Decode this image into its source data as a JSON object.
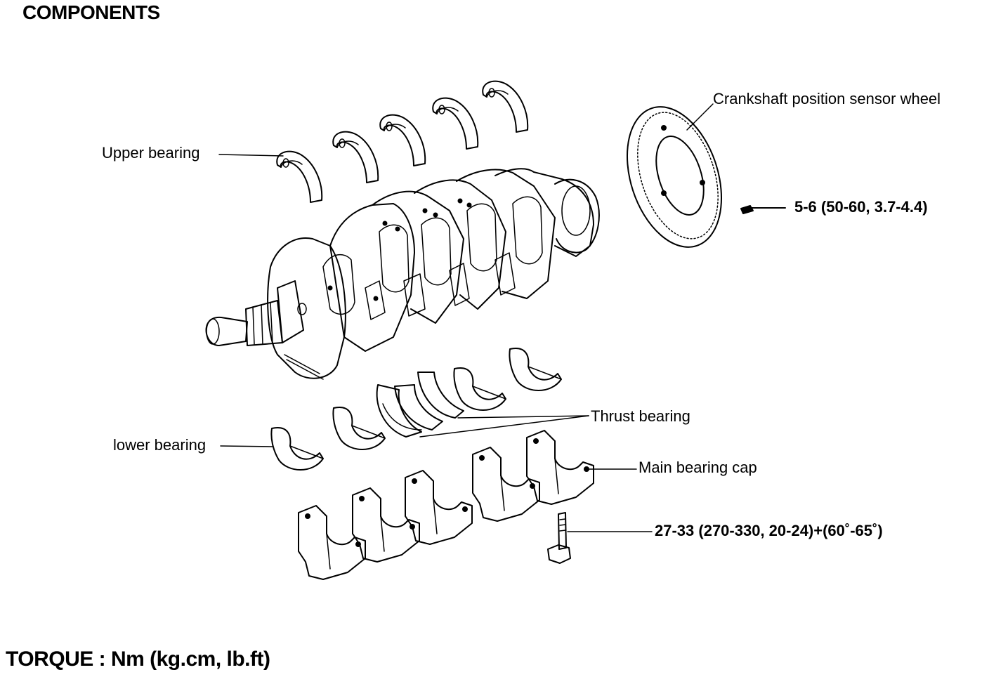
{
  "title": "COMPONENTS",
  "footer": "TORQUE : Nm (kg.cm, lb.ft)",
  "labels": {
    "upper_bearing": "Upper bearing",
    "sensor_wheel": "Crankshaft position sensor wheel",
    "sensor_wheel_torque": "5-6 (50-60, 3.7-4.4)",
    "thrust_bearing": "Thrust bearing",
    "lower_bearing": "lower bearing",
    "main_bearing_cap": "Main bearing cap",
    "cap_bolt_torque": "27-33 (270-330, 20-24)+(60˚-65˚)"
  },
  "colors": {
    "ink": "#000000",
    "background": "#ffffff"
  }
}
